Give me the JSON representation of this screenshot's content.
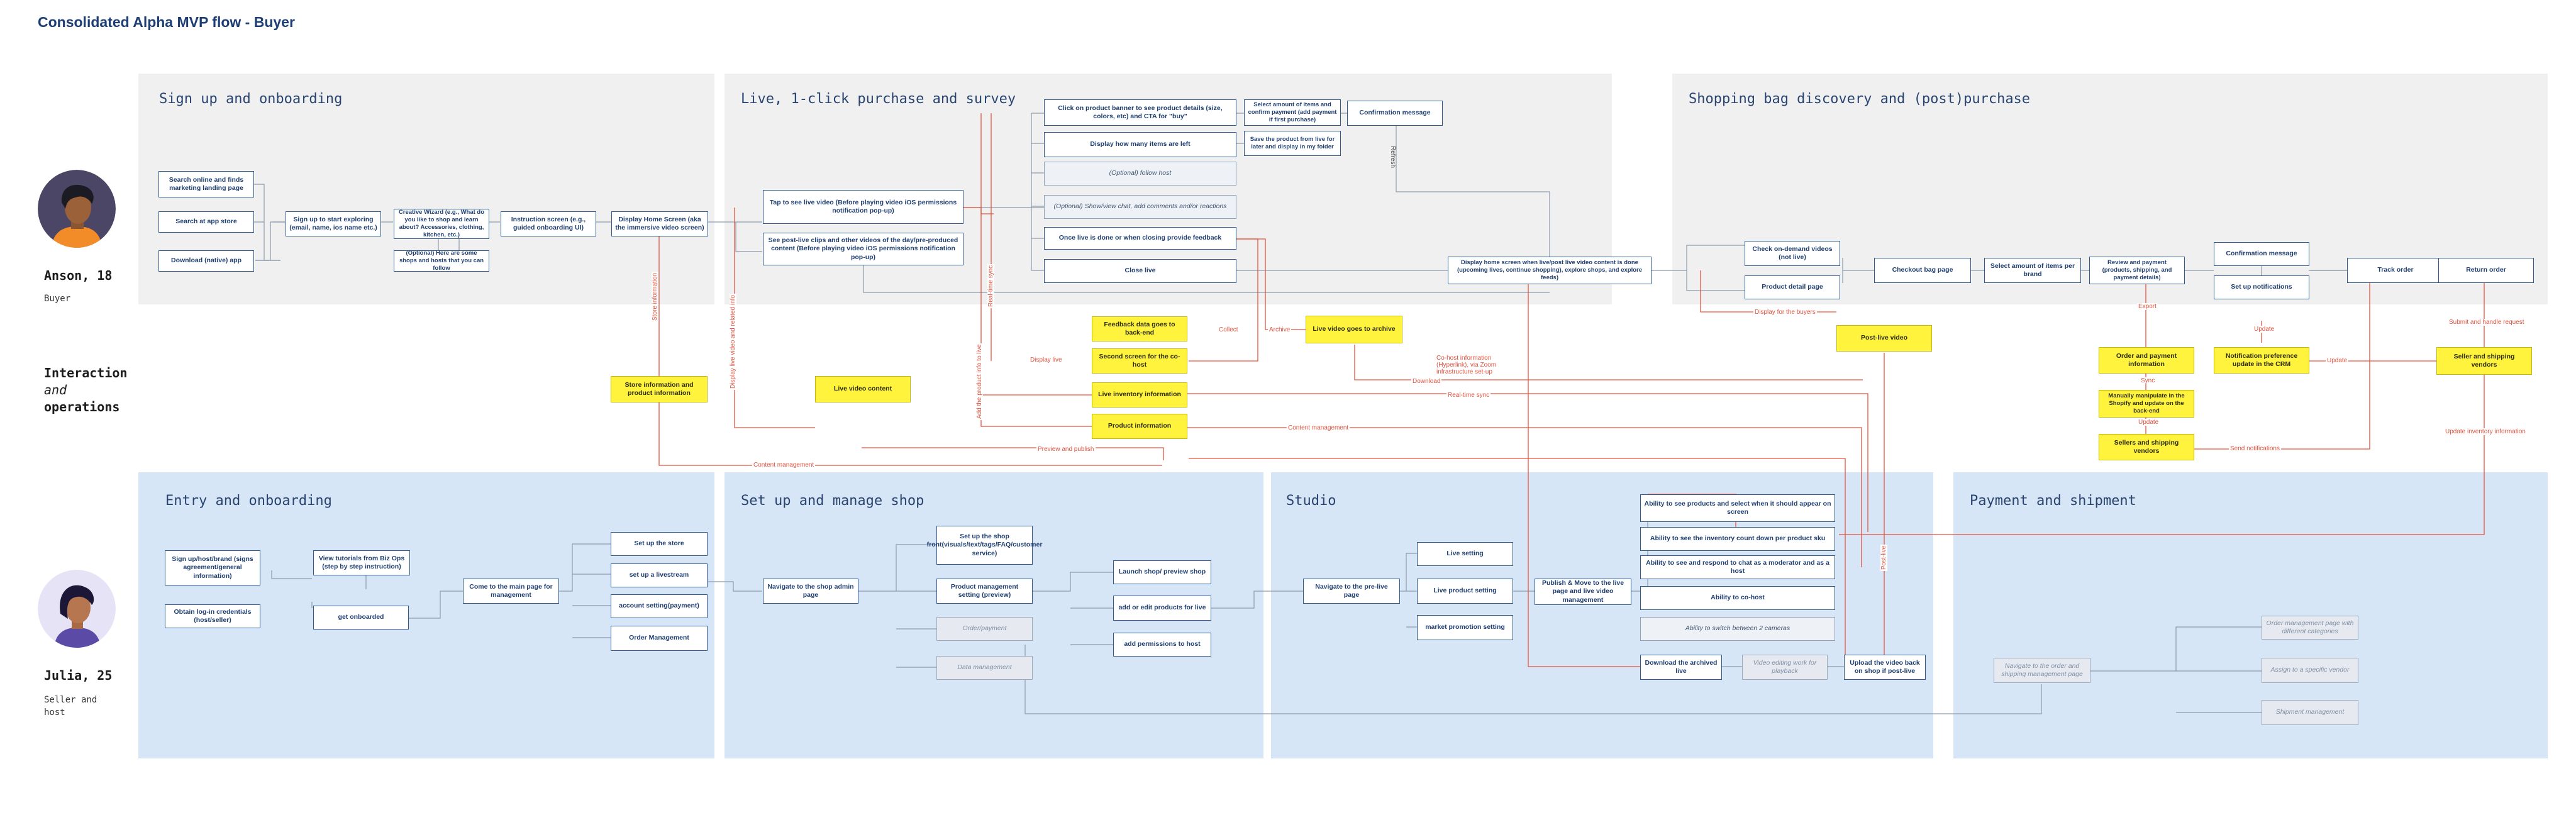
{
  "title": "Consolidated Alpha MVP flow - Buyer",
  "personas": {
    "buyer_name": "Anson, 18",
    "buyer_role": "Buyer",
    "seller_name": "Julia, 25",
    "seller_role_1": "Seller and",
    "seller_role_2": "host"
  },
  "interaction": {
    "line1": "Interaction",
    "line2": "and",
    "line3": "operations"
  },
  "lanes": {
    "signup": "Sign up and onboarding",
    "live": "Live, 1-click purchase and survey",
    "shopping": "Shopping bag discovery and (post)purchase",
    "entry": "Entry and onboarding",
    "setup": "Set up and manage shop",
    "studio": "Studio",
    "payment": "Payment and shipment"
  },
  "nodes": {
    "search_online": "Search online and finds marketing landing page",
    "search_app": "Search at app store",
    "download_app": "Download (native) app",
    "signup_explore": "Sign up to start exploring (email, name, ios name etc.)",
    "creative_wizard": "Creative Wizard (e.g., What do you like to shop and learn about? Accessories, clothing, kitchen, etc.)",
    "optional_shops": "(Optional) Here are some shops and hosts that you can follow",
    "instruction_screen": "Instruction screen (e.g., guided onboarding UI)",
    "home_screen": "Display Home Screen (aka the immersive video screen)",
    "tap_live": "Tap to see live video (Before playing video iOS permissions notification pop-up)",
    "see_post_live": "See post-live clips and other videos of the day/pre-produced content (Before playing video iOS permissions notification pop-up)",
    "click_banner": "Click on product banner to see product details (size, colors, etc) and CTA for \"buy\"",
    "select_amount": "Select amount of items and confirm payment (add payment if first purchase)",
    "confirmation_msg": "Confirmation message",
    "save_product": "Save the product from live for later and display in my folder",
    "items_left": "Display how many items are left",
    "optional_follow": "(Optional) follow host",
    "optional_chat": "(Optional) Show/view chat, add comments and/or reactions",
    "live_done": "Once live is done or when closing provide feedback",
    "close_live": "Close live",
    "home_after_live": "Display home screen when live/post live video content is done (upcoming lives, continue shopping), explore shops, and explore feeds)",
    "on_demand": "Check on-demand videos (not live)",
    "product_detail": "Product detail page",
    "checkout_bag": "Checkout bag page",
    "select_brand": "Select amount of items per brand",
    "review_payment": "Review and payment (products, shipping, and payment details)",
    "confirmation_msg2": "Confirmation message",
    "setup_notifications": "Set up notifications",
    "track_order": "Track order",
    "return_order": "Return order",
    "store_info": "Store information and product information",
    "live_video_content": "Live video content",
    "feedback_data": "Feedback data goes to back-end",
    "second_screen": "Second screen for the co-host",
    "live_inventory": "Live inventory information",
    "product_information": "Product information",
    "live_archive": "Live video goes to archive",
    "post_live_video": "Post-live video",
    "order_payment_info": "Order and payment information",
    "manual_shopify": "Manually manipulate in the Shopify and update on the back-end",
    "sellers_shipping": "Sellers and shipping vendors",
    "notif_pref": "Notification preference update in the CRM",
    "seller_shipping_vendors": "Seller and shipping vendors",
    "sign_up_host": "Sign up/host/brand (signs agreement/general information)",
    "obtain_creds": "Obtain log-in credentials (host/seller)",
    "view_tutorials": "View tutorials from Biz Ops (step by step instruction)",
    "get_onboarded": "get onboarded",
    "come_main": "Come to the main page for management",
    "setup_store": "Set up the store",
    "setup_livestream": "set up a livestream",
    "account_setting": "account setting(payment)",
    "order_management": "Order Management",
    "nav_shop_admin": "Navigate to the shop admin page",
    "setup_shop_front": "Set up the shop front(visuals/text/tags/FAQ/customer service)",
    "product_mgmt": "Product management setting (preview)",
    "order_payment": "Order/payment",
    "data_management": "Data management",
    "launch_shop": "Launch shop/ preview shop",
    "add_products_live": "add or edit products for live",
    "add_permissions": "add permissions to host",
    "nav_prelive": "Navigate to the pre-live page",
    "live_setting": "Live setting",
    "live_product_setting": "Live product setting",
    "market_promotion": "market promotion setting",
    "publish_move": "Publish & Move to the live page and live video management",
    "see_products": "Ability to see products and select when it should appear on screen",
    "see_inventory": "Ability to see the inventory count down per product sku",
    "see_chat": "Ability to see and respond to chat as a moderator and as a host",
    "co_host": "Ability to co-host",
    "switch_cameras": "Ability to switch between 2 cameras",
    "download_archived": "Download the archived live",
    "video_editing": "Video editing work for playback",
    "upload_back": "Upload the video back on shop if post-live",
    "nav_order_shipping": "Navigate to the order and shipping management page",
    "order_mgmt_page": "Order management page with different categories",
    "assign_vendor": "Assign to a specific vendor",
    "shipment_mgmt": "Shipment management"
  },
  "labels": {
    "store_info": "Store information",
    "display_live_video": "Display live video and related info",
    "realtime_sync": "Real-time sync",
    "display_live": "Display live",
    "add_product_info": "Add the product info to live",
    "collect": "Collect",
    "archive": "Archive",
    "content_management": "Content management",
    "content_management2": "Content management",
    "preview_publish": "Preview and publish",
    "co_host_info": "Co-host information (Hyperlink), via Zoom infrastructure set-up",
    "download": "Download",
    "realtime_sync2": "Real-time sync",
    "post_live": "Post-live",
    "display_buyers": "Display for the buyers",
    "refresh": "Refresh",
    "export": "Export",
    "sync": "Sync",
    "update": "Update",
    "send_notifications": "Send notifications",
    "update2": "Update",
    "update3": "Update",
    "submit_return": "Submit and handle request",
    "update_inventory": "Update inventory information"
  },
  "colors": {
    "gray_lane": "#f0f0f1",
    "blue_lane": "#d6e6f6",
    "node_border": "#2f5a8f",
    "highlight": "#fff33d",
    "connector": "#e2533f",
    "flow_line": "#8c9aab"
  }
}
